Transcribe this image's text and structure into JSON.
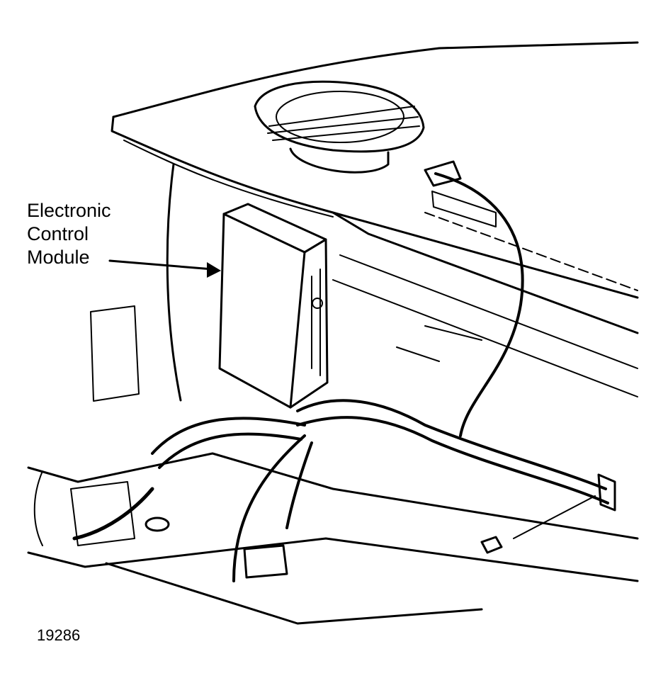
{
  "callout": {
    "lines": [
      "Electronic",
      "Control",
      "Module"
    ]
  },
  "figure_number": "19286",
  "colors": {
    "ink": "#000000",
    "paper": "#ffffff"
  }
}
